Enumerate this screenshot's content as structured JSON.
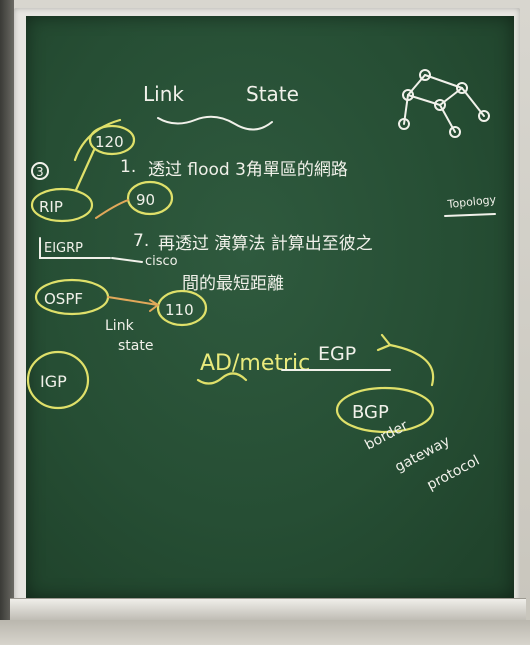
{
  "board": {
    "title_left": "Link",
    "title_right": "State",
    "step1_num": "1.",
    "step1_text": "透过 flood  3角單區的網路",
    "topology": "Topology",
    "step2_num": "7.",
    "step2_text_a": "再透过 演算法 計算出至彼之",
    "step2_text_b": "間的最短距離",
    "circle3": "3",
    "rip": "RIP",
    "eigrp": "EIGRP",
    "ospf": "OSPF",
    "igp": "IGP",
    "n120": "120",
    "n90": "90",
    "n110": "110",
    "cisco": "cisco",
    "link": "Link",
    "state": "state",
    "ad_metric": "AD/metric",
    "egp": "EGP",
    "bgp": "BGP",
    "border": "border",
    "gateway": "gateway",
    "protocol": "protocol"
  },
  "colors": {
    "chalk_white": "#f1f1ea",
    "chalk_yellow": "#dfe06a",
    "chalk_orange": "#e1a85a",
    "board_green": "#2a5338"
  }
}
